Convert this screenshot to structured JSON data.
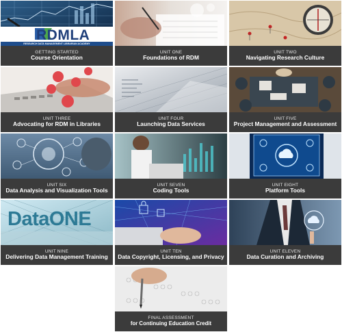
{
  "tiles": [
    {
      "unit": "GETTING STARTED",
      "title": "Course Orientation",
      "logo_text": "RDMLA",
      "logo_sub": "RESEARCH DATA MANAGEMENT LIBRARIAN ACADEMY"
    },
    {
      "unit": "UNIT ONE",
      "title": "Foundations of RDM"
    },
    {
      "unit": "UNIT TWO",
      "title": "Navigating Research Culture"
    },
    {
      "unit": "UNIT THREE",
      "title": "Advocating for RDM in Libraries"
    },
    {
      "unit": "UNIT FOUR",
      "title": "Launching Data Services"
    },
    {
      "unit": "UNIT FIVE",
      "title": "Project Management and Assessment"
    },
    {
      "unit": "UNIT SIX",
      "title": "Data Analysis and Visualization Tools"
    },
    {
      "unit": "UNIT SEVEN",
      "title": "Coding Tools"
    },
    {
      "unit": "UNIT EIGHT",
      "title": "Platform Tools"
    },
    {
      "unit": "UNIT NINE",
      "title": "Delivering Data Management Training",
      "logo_text": "DataONE"
    },
    {
      "unit": "UNIT TEN",
      "title": "Data Copyright, Licensing, and Privacy"
    },
    {
      "unit": "UNIT ELEVEN",
      "title": "Data Curation and Archiving"
    },
    {
      "unit": "FINAL ASSESSMENT",
      "title": "for Continuing Education Credit"
    }
  ],
  "colors": {
    "caption_bg": "#3b3b3b",
    "caption_text": "#ffffff"
  }
}
